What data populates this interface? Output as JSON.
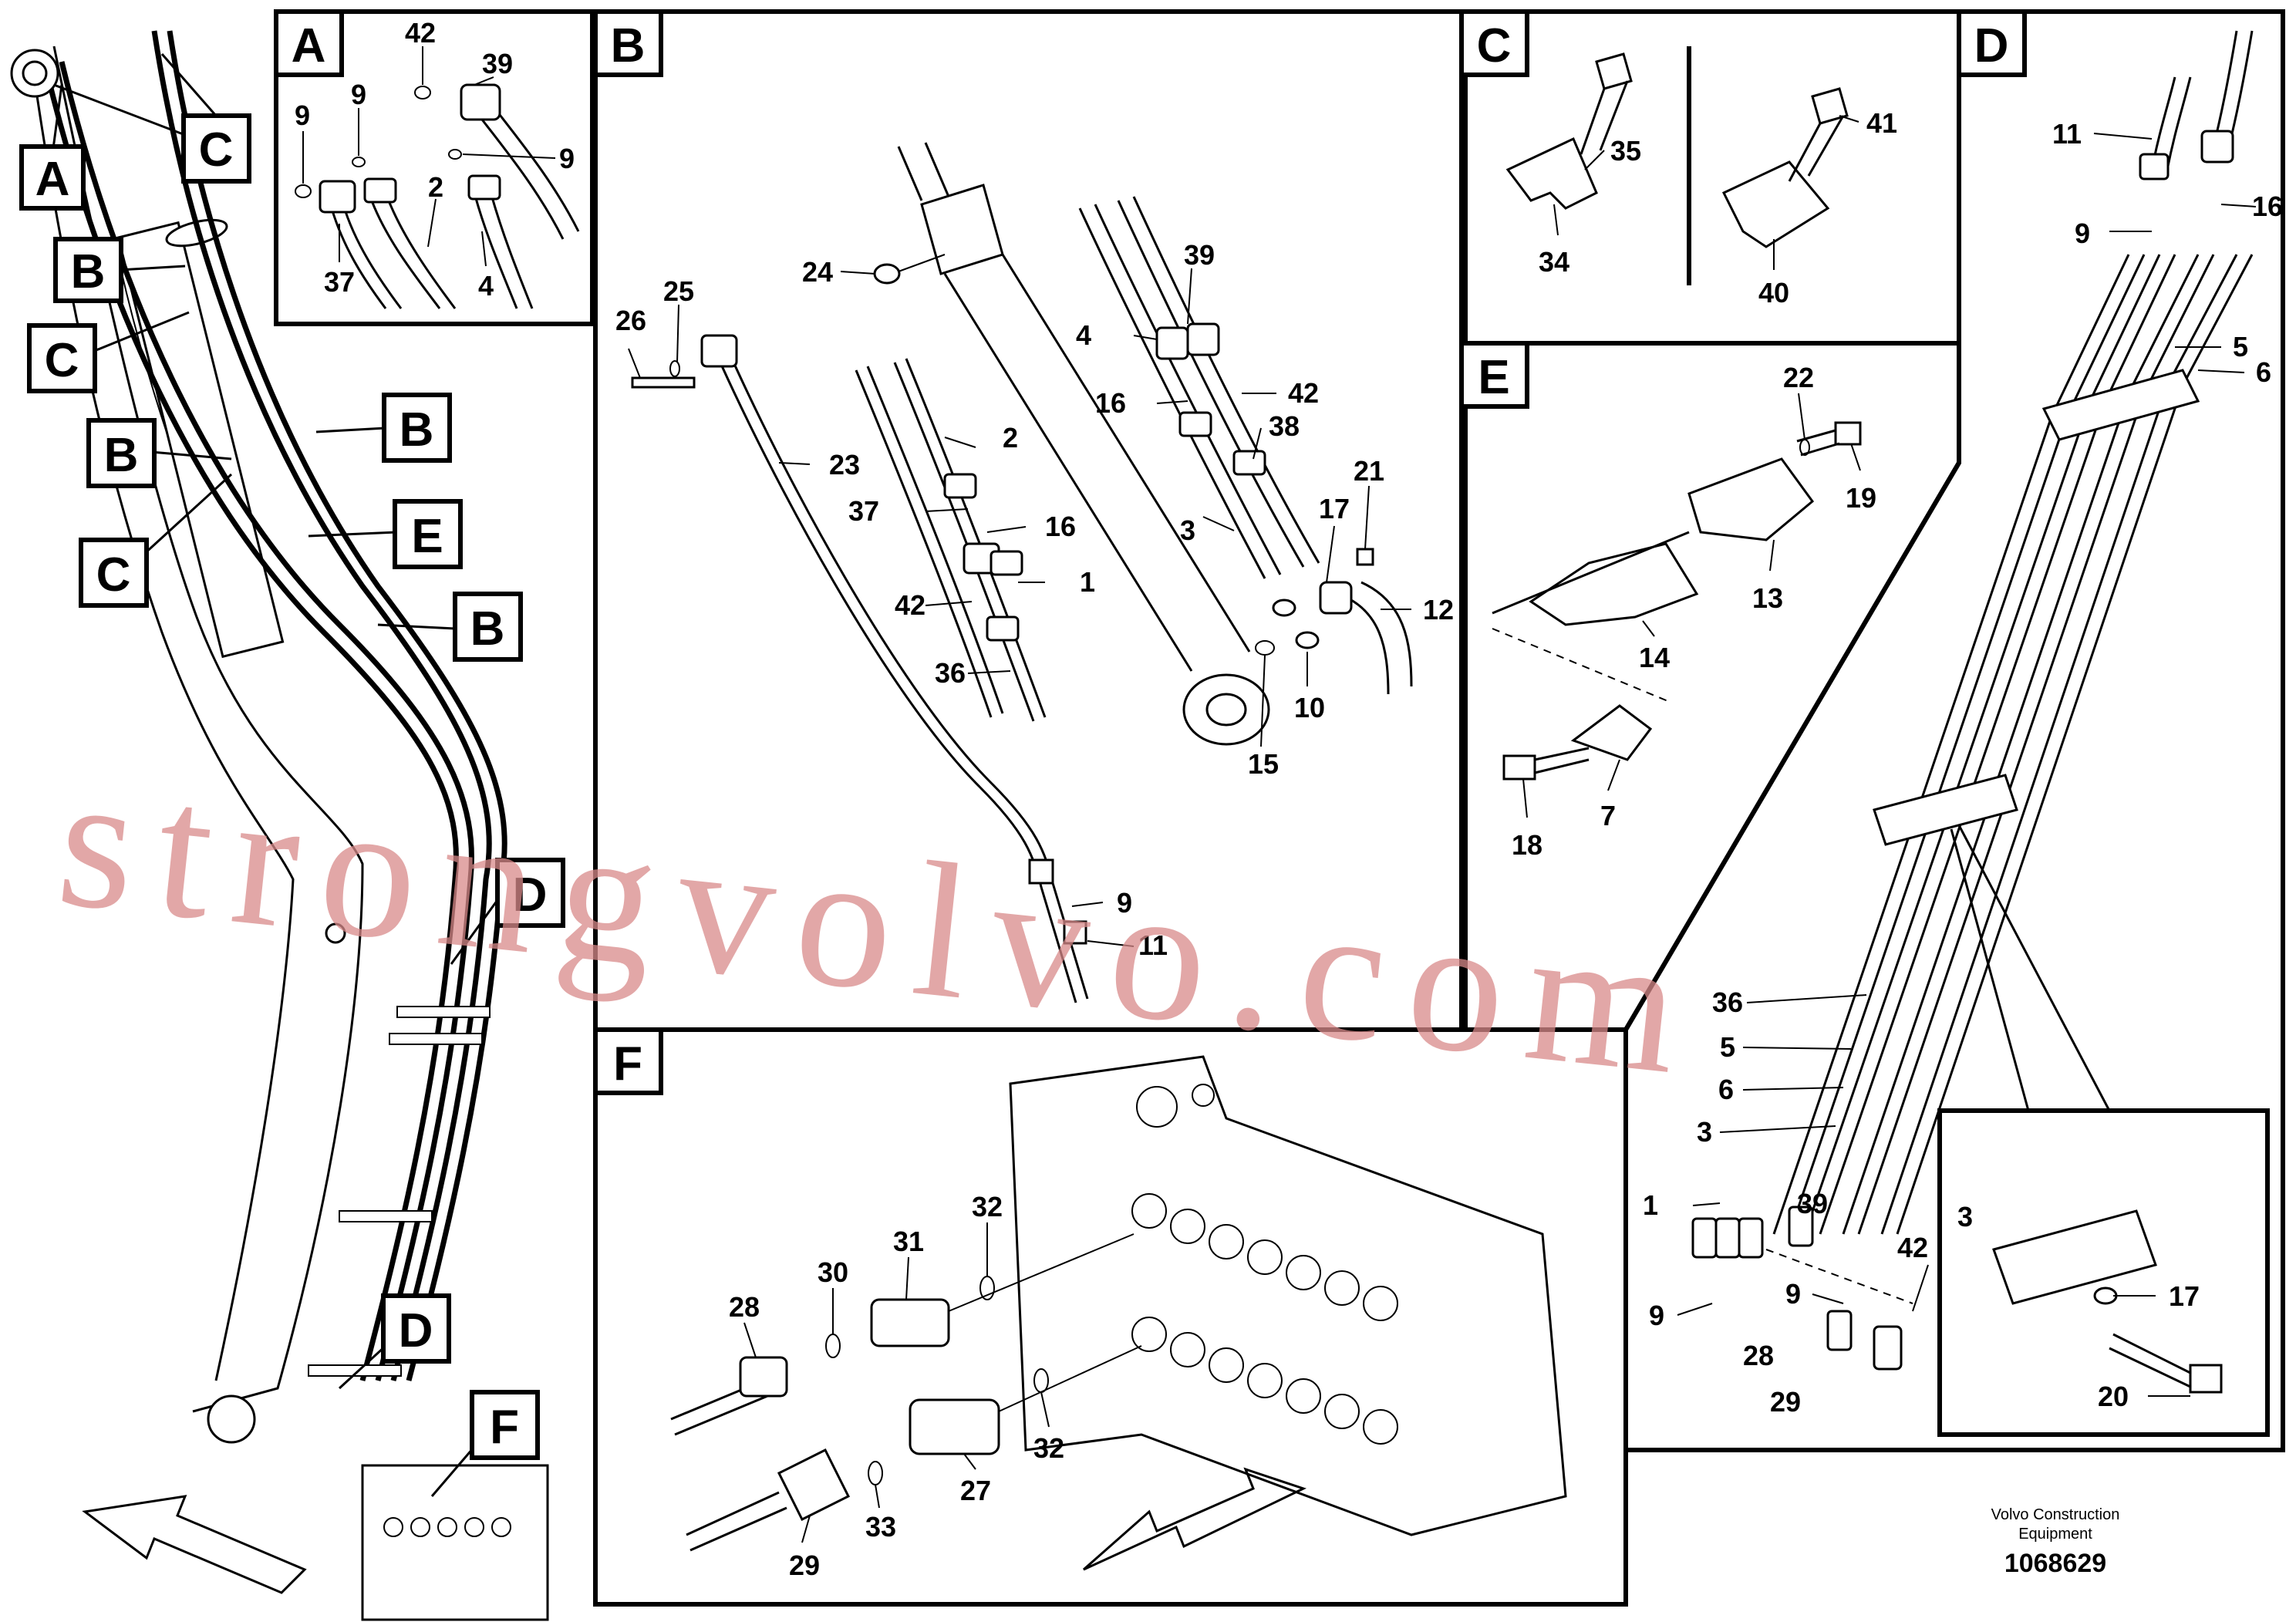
{
  "overview_tags": [
    "A",
    "C",
    "B",
    "C",
    "B",
    "B",
    "C",
    "E",
    "B",
    "D",
    "D",
    "F"
  ],
  "panels": {
    "A": {
      "letter": "A",
      "callouts": [
        "42",
        "39",
        "9",
        "9",
        "9",
        "2",
        "37",
        "4"
      ]
    },
    "B": {
      "letter": "B",
      "callouts": [
        "24",
        "26",
        "25",
        "23",
        "2",
        "37",
        "16",
        "1",
        "42",
        "36",
        "39",
        "4",
        "16",
        "42",
        "38",
        "3",
        "21",
        "17",
        "12",
        "10",
        "15",
        "9",
        "11"
      ]
    },
    "C": {
      "letter": "C",
      "callouts": [
        "35",
        "34",
        "41",
        "40"
      ]
    },
    "D": {
      "letter": "D",
      "callouts": [
        "11",
        "16",
        "9",
        "5",
        "6",
        "36",
        "5",
        "6",
        "3",
        "1",
        "39",
        "42",
        "9",
        "9",
        "28",
        "29",
        "3",
        "17",
        "20"
      ]
    },
    "E": {
      "letter": "E",
      "callouts": [
        "22",
        "19",
        "13",
        "14",
        "18",
        "7"
      ]
    },
    "F": {
      "letter": "F",
      "callouts": [
        "31",
        "32",
        "30",
        "28",
        "27",
        "32",
        "33",
        "29"
      ]
    }
  },
  "watermark": "strongvolvo.com",
  "footer": {
    "line1": "Volvo Construction",
    "line2": "Equipment",
    "doc_number": "1068629"
  },
  "colors": {
    "line": "#000000",
    "watermark": "#d88a8a",
    "background": "#ffffff"
  }
}
